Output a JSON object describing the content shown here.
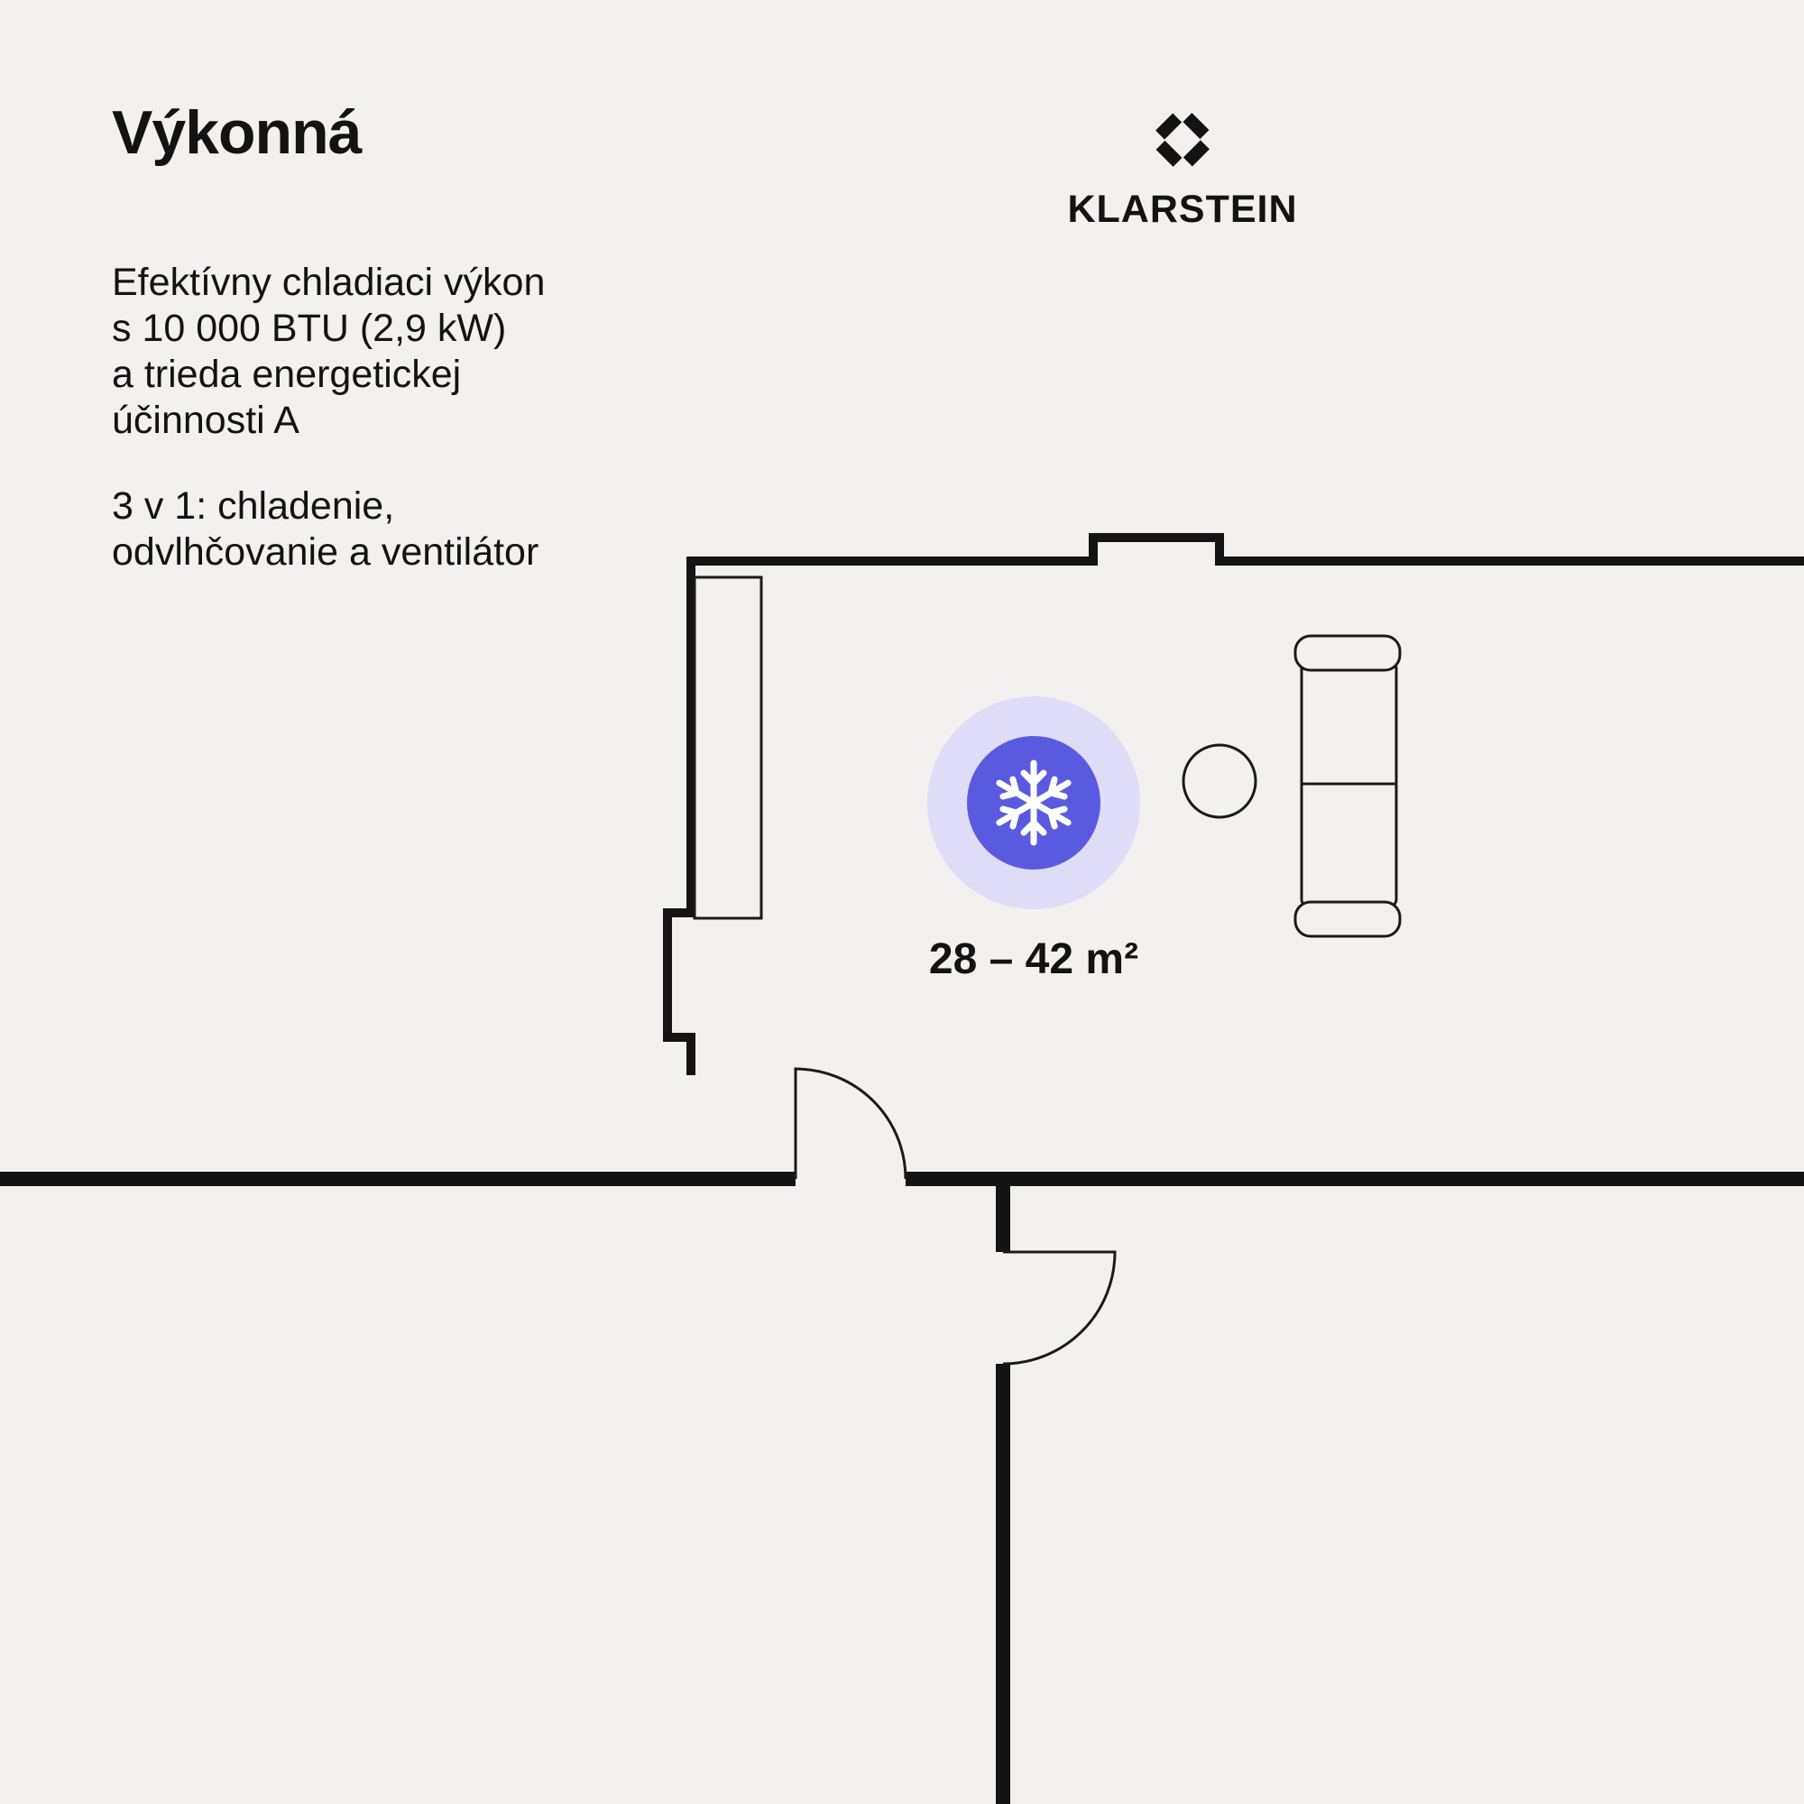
{
  "page": {
    "background_color": "#f2f1ef",
    "text_color": "#131313"
  },
  "header": {
    "title": "Výkonná"
  },
  "brand": {
    "name": "KLARSTEIN",
    "logo_icon": "klarstein-diamond-icon",
    "logo_color": "#131313"
  },
  "copy": {
    "paragraph1_lines": [
      "Efektívny chladiaci výkon",
      "s 10 000 BTU (2,9 kW)",
      "a trieda energetickej",
      "účinnosti A"
    ],
    "paragraph2_lines": [
      "3 v 1: chladenie,",
      "odvlhčovanie a ventilátor"
    ]
  },
  "floorplan": {
    "area_label": "28 – 42 m²",
    "feature_icon": "snowflake-icon",
    "accent_color": "#5a5ae1",
    "halo_color": "#dedcf6",
    "wall_color": "#141414",
    "furniture_stroke_color": "#1a1a1a",
    "icon_color": "#ffffff"
  }
}
